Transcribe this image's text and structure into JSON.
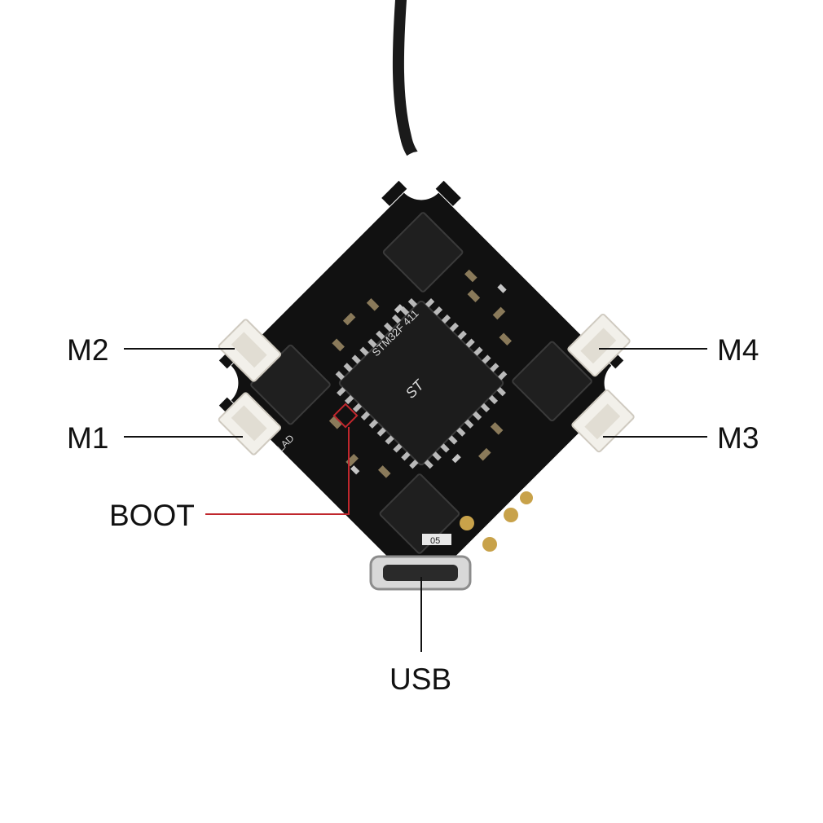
{
  "labels": {
    "m1": "M1",
    "m2": "M2",
    "m3": "M3",
    "m4": "M4",
    "boot": "BOOT",
    "usb": "USB"
  },
  "board_markings": {
    "chip_maker": "STM32F 411",
    "chip_logo": "ST",
    "fuse": "05",
    "pad_label": "LAD"
  },
  "colors": {
    "board": "#111111",
    "connector": "#f2f0ea",
    "boot_marker": "#c0272d",
    "leader_line": "#111111",
    "gold_pad": "#c8a24a"
  }
}
